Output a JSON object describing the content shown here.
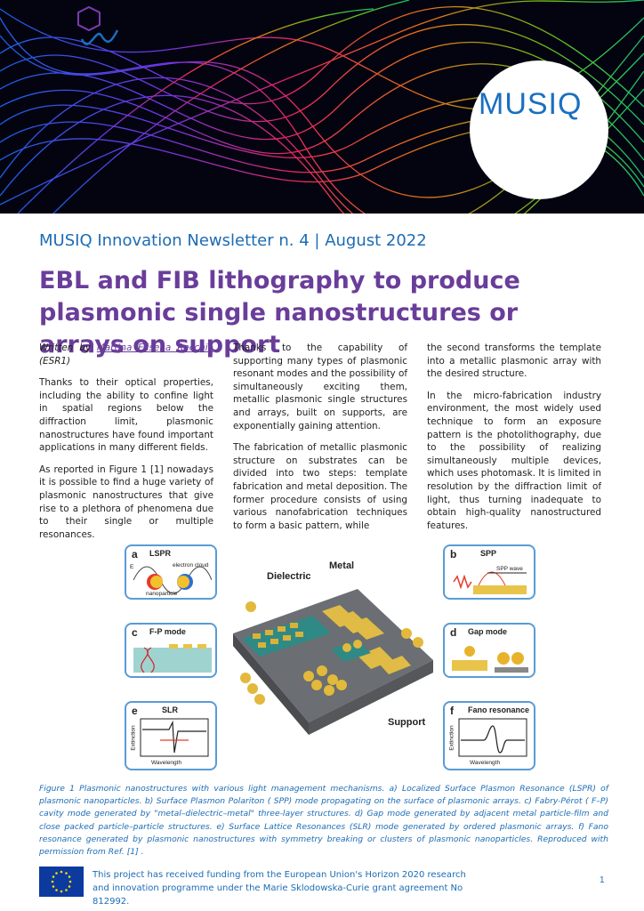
{
  "banner": {
    "logo_text": "MUSIQ"
  },
  "newsletter_title": "MUSIQ Innovation Newsletter n. 4 | August 2022",
  "main_title": "EBL and FIB lithography to produce plasmonic single nanostructures or arrays on support",
  "byline": {
    "prefix": "Written by ",
    "author": "Martina Elisena Recchia",
    "suffix": " (ESR1)"
  },
  "columns": {
    "col1": [
      "Thanks to their optical properties, including the ability to confine light in spatial regions below the diffraction limit, plasmonic nanostructures have found important applications in many different fields.",
      "As reported in Figure 1 [1] nowadays it is possible to find a huge variety of plasmonic nanostructures that give rise to a plethora of phenomena due to their single or multiple resonances."
    ],
    "col2": [
      "Thanks to the capability of supporting many types of plasmonic resonant modes and the possibility of simultaneously exciting them, metallic plasmonic single structures and arrays, built on supports, are exponentially gaining attention.",
      "The fabrication of metallic plasmonic structure on substrates can be divided into two steps: template fabrication and metal deposition. The former procedure consists of using various nanofabrication techniques to form a basic pattern, while"
    ],
    "col3": [
      "the second transforms the template into a metallic plasmonic array with the desired structure.",
      "In the micro-fabrication industry environment, the most widely used technique to form an exposure pattern is the photolithography, due to the possibility of realizing simultaneously multiple devices, which uses photomask. It is limited in resolution by the diffraction limit of light, thus turning inadequate to obtain high-quality nanostructured features."
    ]
  },
  "figure": {
    "center_labels": {
      "metal": "Metal",
      "dielectric": "Dielectric",
      "support": "Support"
    },
    "panels": [
      {
        "letter": "a",
        "title": "LSPR",
        "notes": [
          "electron cloud",
          "nanoparticle",
          "E"
        ]
      },
      {
        "letter": "b",
        "title": "SPP",
        "notes": [
          "SPP wave"
        ]
      },
      {
        "letter": "c",
        "title": "F-P mode",
        "notes": []
      },
      {
        "letter": "d",
        "title": "Gap mode",
        "notes": []
      },
      {
        "letter": "e",
        "title": "SLR",
        "notes": [
          "Extinction",
          "Wavelength"
        ]
      },
      {
        "letter": "f",
        "title": "Fano resonance",
        "notes": [
          "Extinction",
          "Wavelength"
        ]
      }
    ]
  },
  "caption": "Figure 1 Plasmonic nanostructures with various light management mechanisms. a) Localized Surface Plasmon Resonance (LSPR) of plasmonic nanoparticles. b) Surface Plasmon Polariton ( SPP) mode propagating on the surface of plasmonic arrays. c) Fabry-Pérot ( F–P) cavity mode generated by \"metal–dielectric–metal\" three-layer structures. d) Gap mode generated by adjacent metal particle-film and close packed particle–particle structures. e) Surface Lattice Resonances (SLR) mode generated by ordered plasmonic arrays. f) Fano resonance generated by plasmonic nanostructures with symmetry breaking or clusters of plasmonic nanoparticles. Reproduced with permission from Ref. [1] .",
  "footer": {
    "text": "This project has received funding from the European Union's Horizon 2020 research and innovation programme under the Marie Sklodowska-Curie grant agreement No 812992.",
    "page_number": "1"
  },
  "colors": {
    "accent_blue": "#1c6cb4",
    "title_purple": "#6a3d9a",
    "panel_border": "#5a9bd5",
    "eu_blue": "#0d3a9e"
  }
}
